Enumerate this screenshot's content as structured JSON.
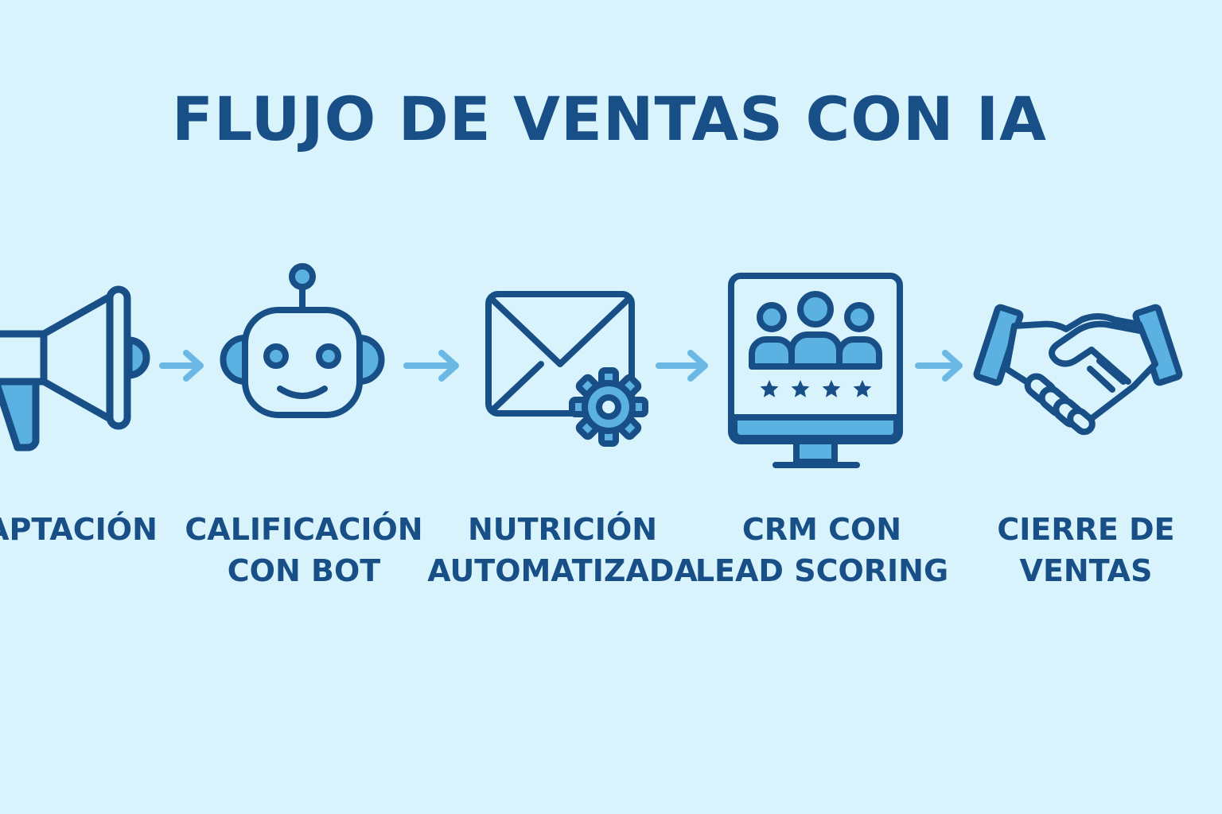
{
  "title": "FLUJO DE VENTAS CON IA",
  "colors": {
    "background": "#d9f3fd",
    "primary": "#174f86",
    "accent": "#5ab1e2",
    "arrow": "#6ab8e3"
  },
  "steps": [
    {
      "icon": "megaphone-icon",
      "lines": [
        "APTACIÓN"
      ]
    },
    {
      "icon": "robot-icon",
      "lines": [
        "CALIFICACIÓN",
        "CON BOT"
      ]
    },
    {
      "icon": "email-gear-icon",
      "lines": [
        "NUTRICIÓN",
        "AUTOMATIZADA"
      ]
    },
    {
      "icon": "crm-monitor-icon",
      "lines": [
        "CRM CON",
        "LEAD SCORING"
      ]
    },
    {
      "icon": "handshake-icon",
      "lines": [
        "CIERRE DE",
        "VENTAS"
      ]
    }
  ]
}
